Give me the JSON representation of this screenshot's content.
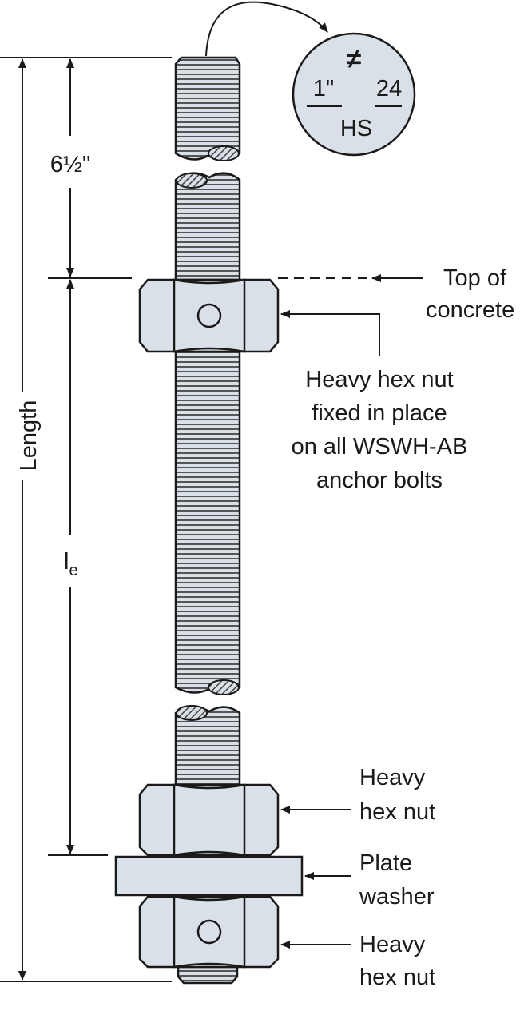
{
  "title": "WSWH-AB anchor bolt diagram",
  "colors": {
    "part_fill": "#d9e0e8",
    "line": "#1a1a1a"
  },
  "stamp": {
    "symbol": "≠",
    "diameter": "1\"",
    "length_code": "24",
    "grade": "HS"
  },
  "dimensions": {
    "overall": "Length",
    "top": "6½\"",
    "embed": "l",
    "embed_sub": "e"
  },
  "callouts": {
    "top_of_concrete": [
      "Top of",
      "concrete"
    ],
    "fixed_nut": [
      "Heavy hex nut",
      "fixed in place",
      "on all WSWH-AB",
      "anchor bolts"
    ],
    "heavy_nut_upper": [
      "Heavy",
      "hex nut"
    ],
    "plate_washer": [
      "Plate",
      "washer"
    ],
    "heavy_nut_lower": [
      "Heavy",
      "hex nut"
    ]
  }
}
